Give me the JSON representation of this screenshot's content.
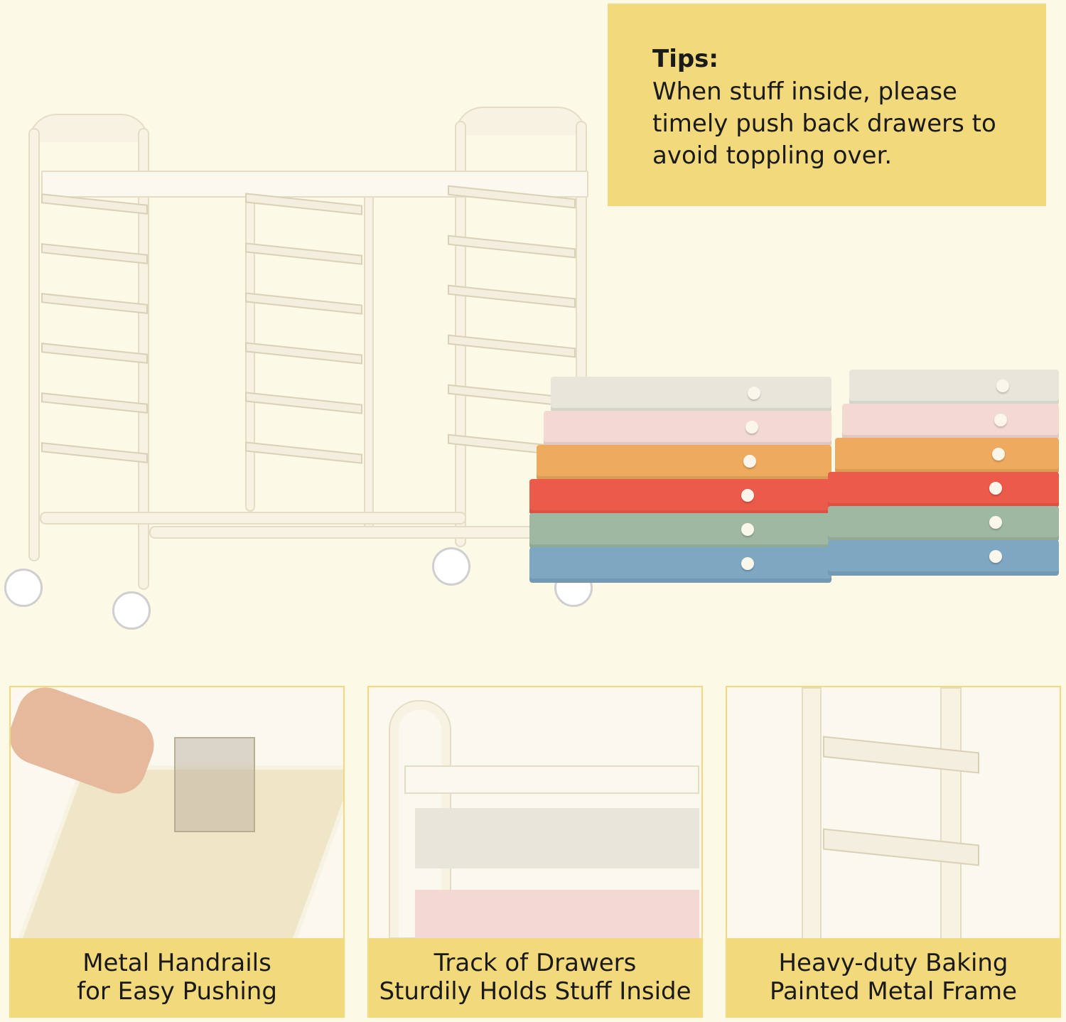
{
  "tips": {
    "title": "Tips:",
    "body": "When stuff inside, please timely push back drawers to avoid toppling over."
  },
  "drawer_colors": [
    "#e8e6db",
    "#f3d9d2",
    "#eeaa5e",
    "#ec5a4a",
    "#9fb8a2",
    "#7ea7c2"
  ],
  "panels": [
    {
      "line1": "Metal Handrails",
      "line2": "for Easy Pushing"
    },
    {
      "line1": "Track of Drawers",
      "line2": "Sturdily Holds Stuff Inside"
    },
    {
      "line1": "Heavy-duty Baking",
      "line2": "Painted Metal Frame"
    }
  ],
  "colors": {
    "accent": "#f2d97c",
    "background": "#fdf9e7"
  }
}
